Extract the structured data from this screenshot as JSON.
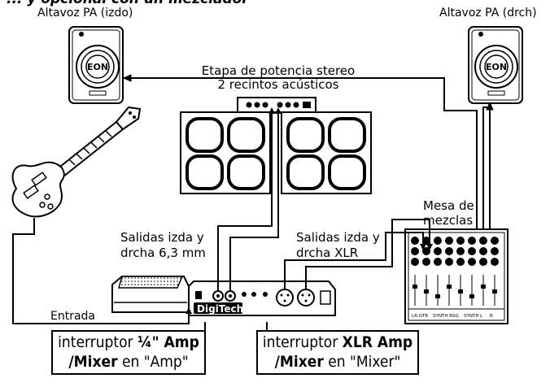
{
  "header_partial": "... y opcional con un mezclador",
  "labels": {
    "pa_left": "Altavoz PA (izdo)",
    "pa_right": "Altavoz PA (drch)",
    "power_amp_line1": "Etapa de potencia stereo",
    "power_amp_line2": "2 recintos acústicos",
    "out_quarter_line1": "Salidas izda y",
    "out_quarter_line2": "drcha 6,3 mm",
    "out_xlr_line1": "Salidas izda y",
    "out_xlr_line2": "drcha XLR",
    "mixer_line1": "Mesa de",
    "mixer_line2": "mezclas",
    "input": "Entrada",
    "speaker_brand": "EON",
    "unit_brand": "DigiTech"
  },
  "switch_amp": {
    "prefix": "interruptor ",
    "bold1": "¼\" Amp",
    "bold2": "/Mixer",
    "suffix": " en \"Amp\""
  },
  "switch_mixer": {
    "prefix": "interruptor ",
    "bold1": "XLR Amp",
    "bold2": "/Mixer",
    "suffix": " en \"Mixer\""
  },
  "mixer_strip": [
    "LR-GTR",
    "SYNTH R",
    "SG",
    "SYNTH",
    "L",
    "R"
  ],
  "colors": {
    "ink": "#000000",
    "paper": "#ffffff",
    "shade": "#d8d8d8"
  }
}
